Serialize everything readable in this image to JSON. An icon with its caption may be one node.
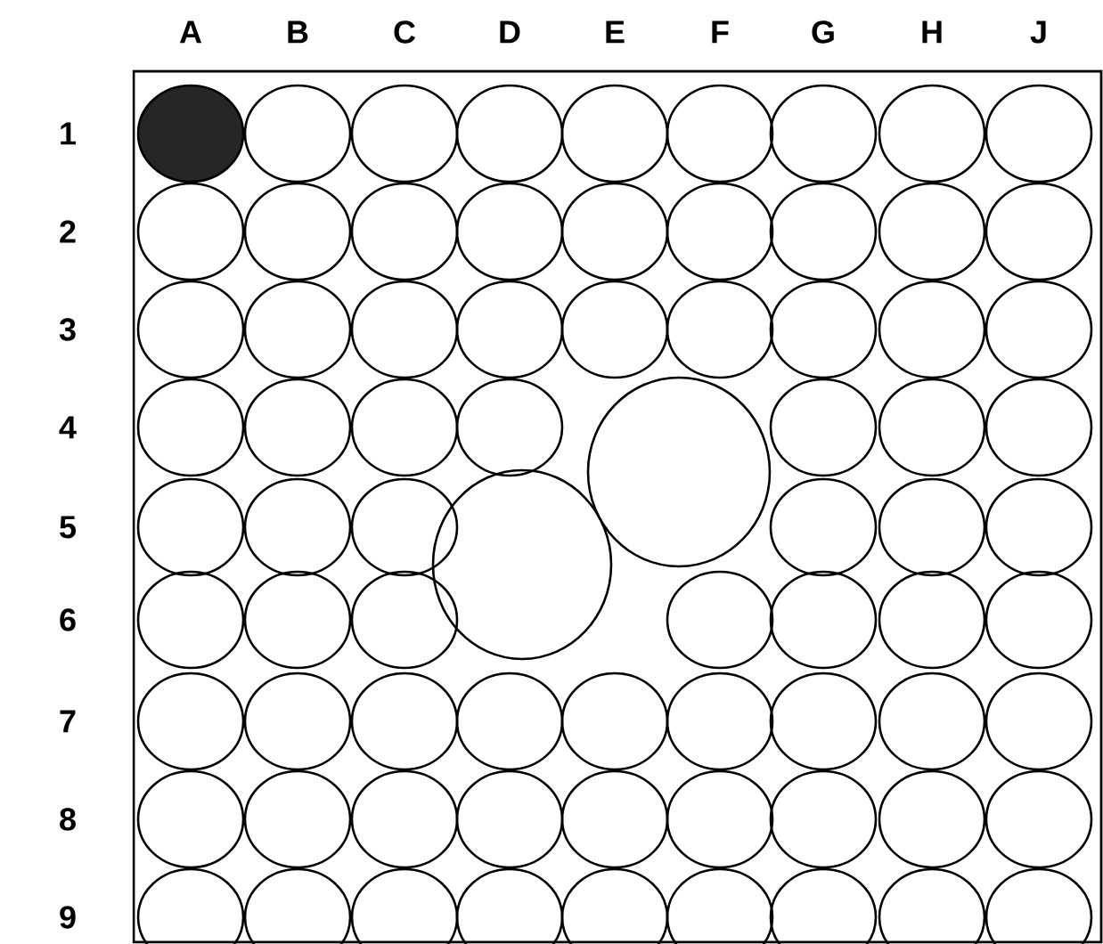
{
  "diagram": {
    "labels": [
      "A",
      "B",
      "C",
      "D",
      "E",
      "F",
      "G",
      "H",
      "J",
      "1",
      "2",
      "3",
      "4",
      "5",
      "6",
      "7",
      "8",
      "9"
    ]
  }
}
